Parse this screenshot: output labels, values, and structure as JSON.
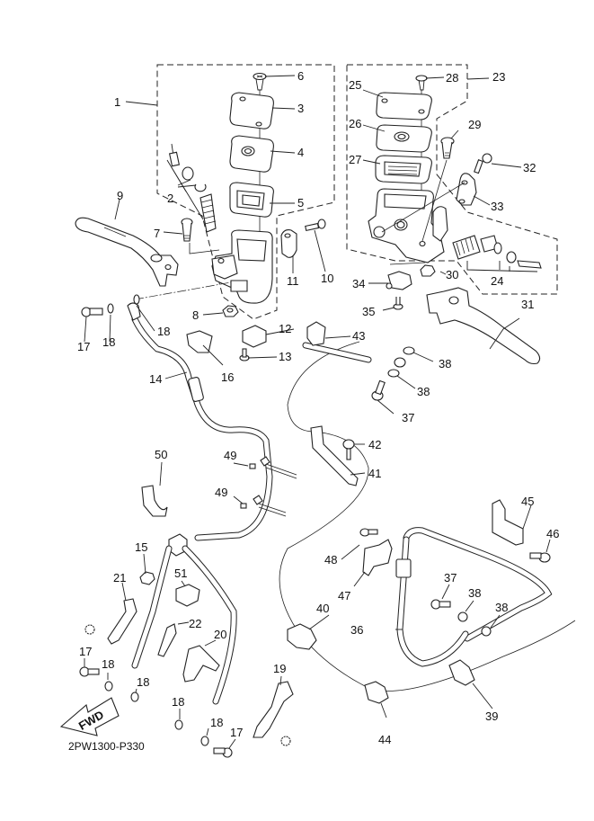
{
  "diagram": {
    "title": "Front master cylinder / brake hose exploded view",
    "drawing_code": "2PW1300-P330",
    "fwd_arrow_label": "FWD",
    "callouts": [
      {
        "id": "1",
        "name": "master-cylinder-assy-front"
      },
      {
        "id": "2",
        "name": "master-cylinder-kit"
      },
      {
        "id": "3",
        "name": "reservoir-cap"
      },
      {
        "id": "4",
        "name": "diaphragm-plate"
      },
      {
        "id": "5",
        "name": "diaphragm"
      },
      {
        "id": "6",
        "name": "screw"
      },
      {
        "id": "7",
        "name": "lever-pivot-bolt"
      },
      {
        "id": "8",
        "name": "nut"
      },
      {
        "id": "9",
        "name": "brake-lever"
      },
      {
        "id": "10",
        "name": "bolt"
      },
      {
        "id": "11",
        "name": "holder"
      },
      {
        "id": "12",
        "name": "brake-switch"
      },
      {
        "id": "13",
        "name": "screw"
      },
      {
        "id": "14",
        "name": "brake-hose"
      },
      {
        "id": "15",
        "name": "nut"
      },
      {
        "id": "16",
        "name": "clamp"
      },
      {
        "id": "17",
        "name": "union-bolt"
      },
      {
        "id": "18",
        "name": "gasket"
      },
      {
        "id": "19",
        "name": "hose-holder"
      },
      {
        "id": "20",
        "name": "hose-holder"
      },
      {
        "id": "21",
        "name": "hose-holder"
      },
      {
        "id": "22",
        "name": "clamp"
      },
      {
        "id": "23",
        "name": "master-cylinder-assy-rear"
      },
      {
        "id": "24",
        "name": "master-cylinder-kit"
      },
      {
        "id": "25",
        "name": "reservoir-cap"
      },
      {
        "id": "26",
        "name": "diaphragm-plate"
      },
      {
        "id": "27",
        "name": "diaphragm"
      },
      {
        "id": "28",
        "name": "screw"
      },
      {
        "id": "29",
        "name": "lever-pivot-bolt"
      },
      {
        "id": "30",
        "name": "nut"
      },
      {
        "id": "31",
        "name": "brake-lever"
      },
      {
        "id": "32",
        "name": "bolt"
      },
      {
        "id": "33",
        "name": "holder"
      },
      {
        "id": "34",
        "name": "brake-switch"
      },
      {
        "id": "35",
        "name": "screw"
      },
      {
        "id": "36",
        "name": "brake-hose"
      },
      {
        "id": "37",
        "name": "union-bolt"
      },
      {
        "id": "38",
        "name": "gasket"
      },
      {
        "id": "39",
        "name": "clamp"
      },
      {
        "id": "40",
        "name": "clamp"
      },
      {
        "id": "41",
        "name": "hose-holder"
      },
      {
        "id": "42",
        "name": "bolt"
      },
      {
        "id": "43",
        "name": "clamp"
      },
      {
        "id": "44",
        "name": "clamp"
      },
      {
        "id": "45",
        "name": "hose-holder"
      },
      {
        "id": "46",
        "name": "bolt"
      },
      {
        "id": "47",
        "name": "hose-holder"
      },
      {
        "id": "48",
        "name": "bolt"
      },
      {
        "id": "49",
        "name": "clamp"
      },
      {
        "id": "50",
        "name": "clamp"
      },
      {
        "id": "51",
        "name": "clamp"
      }
    ],
    "labels": {
      "l1": "1",
      "l2": "2",
      "l3": "3",
      "l4": "4",
      "l5": "5",
      "l6": "6",
      "l7": "7",
      "l8": "8",
      "l9": "9",
      "l10": "10",
      "l11": "11",
      "l12": "12",
      "l13": "13",
      "l14": "14",
      "l15": "15",
      "l16": "16",
      "l17a": "17",
      "l17b": "17",
      "l17c": "17",
      "l18a": "18",
      "l18b": "18",
      "l18c": "18",
      "l18d": "18",
      "l18e": "18",
      "l18f": "18",
      "l19": "19",
      "l20": "20",
      "l21": "21",
      "l22": "22",
      "l23": "23",
      "l24": "24",
      "l25": "25",
      "l26": "26",
      "l27": "27",
      "l28": "28",
      "l29": "29",
      "l30": "30",
      "l31": "31",
      "l32": "32",
      "l33": "33",
      "l34": "34",
      "l35": "35",
      "l36": "36",
      "l37a": "37",
      "l37b": "37",
      "l38a": "38",
      "l38b": "38",
      "l38c": "38",
      "l38d": "38",
      "l39": "39",
      "l40": "40",
      "l41": "41",
      "l42": "42",
      "l43": "43",
      "l44": "44",
      "l45": "45",
      "l46": "46",
      "l47": "47",
      "l48": "48",
      "l49a": "49",
      "l49b": "49",
      "l50": "50",
      "l51": "51"
    }
  }
}
